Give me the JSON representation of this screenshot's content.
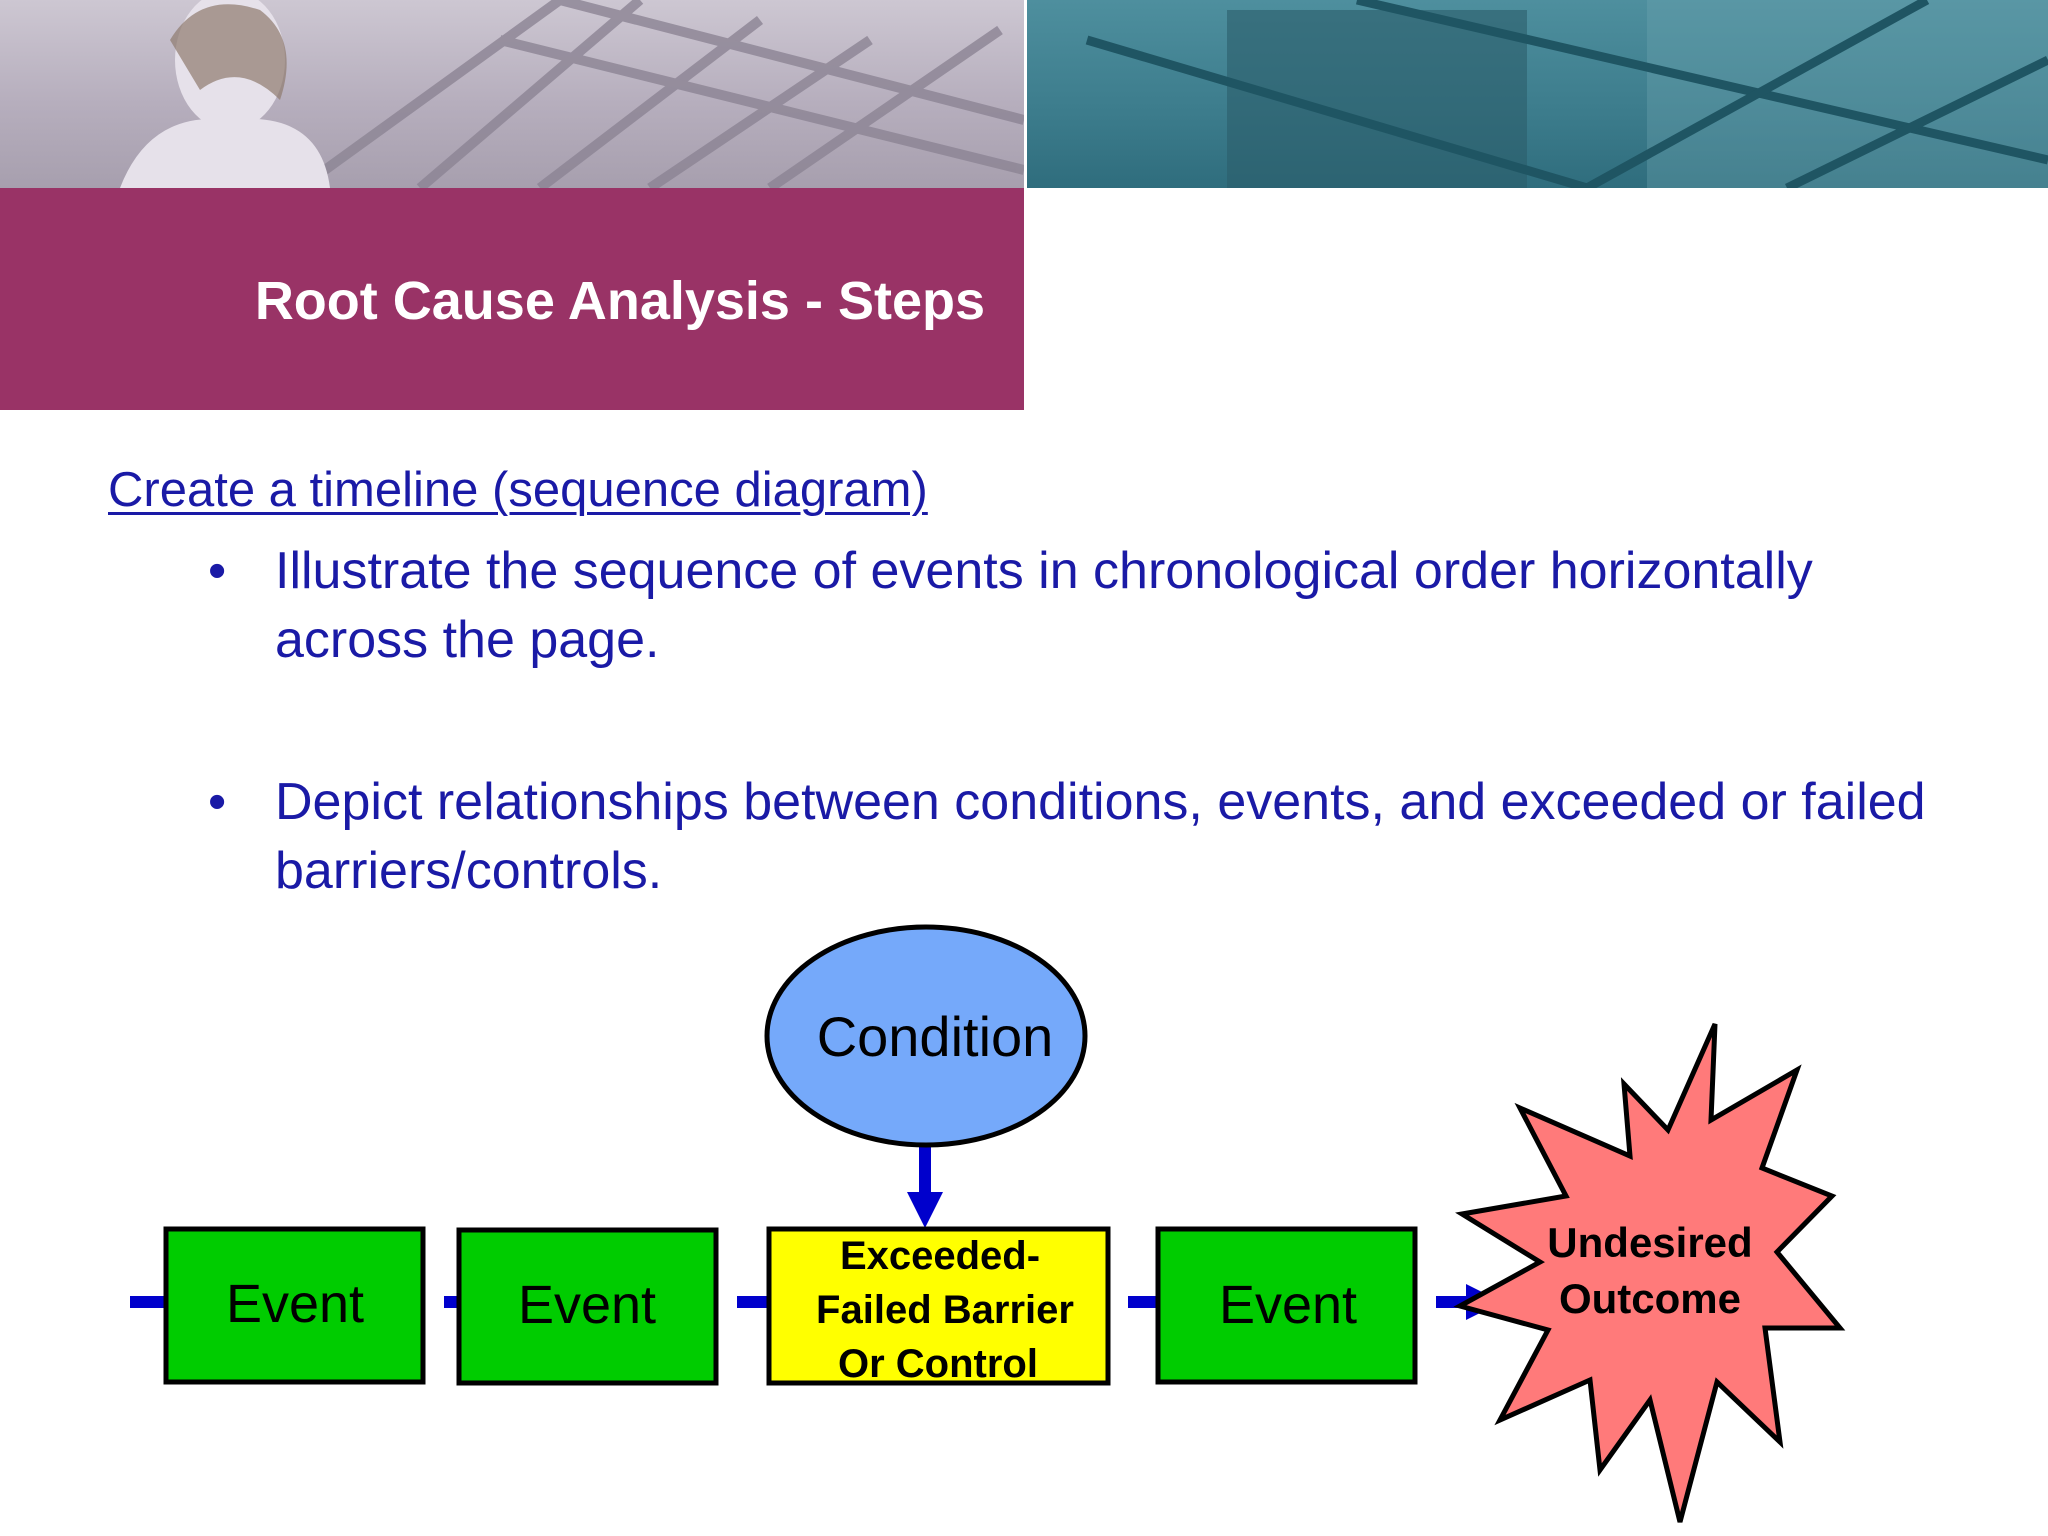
{
  "slide": {
    "title": "Root Cause Analysis - Steps",
    "subtitle_link": "Create a timeline (sequence diagram)",
    "bullets": [
      {
        "mark": "•",
        "text": "Illustrate the sequence of events in chronological order horizontally across the page."
      },
      {
        "mark": "•",
        "text": "Depict relationships between conditions, events, and exceeded or failed barriers/controls."
      }
    ]
  },
  "diagram": {
    "condition": "Condition",
    "events": [
      "Event",
      "Event",
      "Event"
    ],
    "barrier_lines": [
      "Exceeded-",
      "Failed Barrier",
      "Or Control"
    ],
    "outcome_lines": [
      "Undesired",
      "Outcome"
    ]
  },
  "colors": {
    "title_bar": "#993366",
    "text_blue": "#1a1aa6",
    "event_fill": "#00cc00",
    "barrier_fill": "#ffff00",
    "condition_fill": "#75a9fa",
    "outcome_fill": "#ff7a7a",
    "arrow": "#0000cc"
  }
}
